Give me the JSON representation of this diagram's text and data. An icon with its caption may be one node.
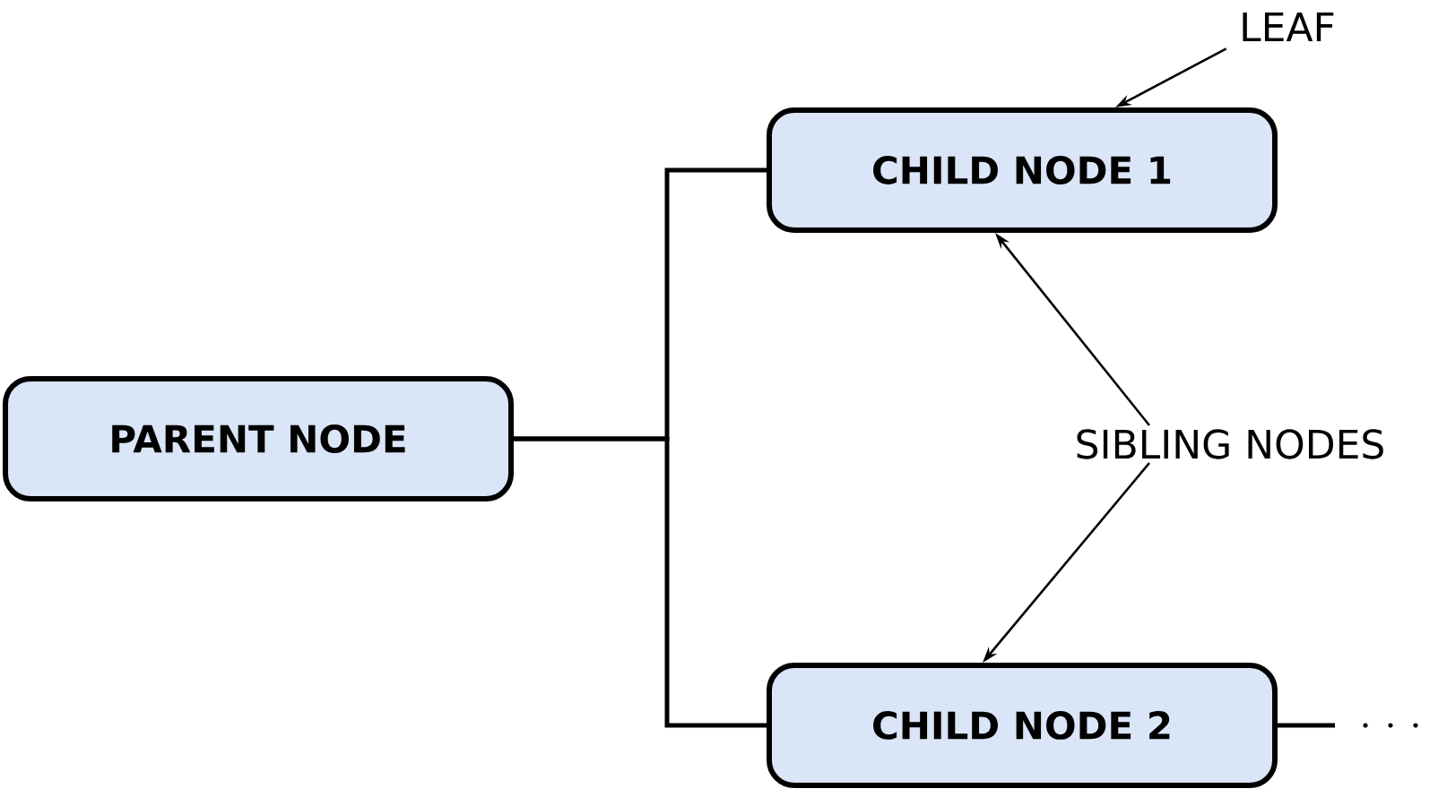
{
  "diagram": {
    "nodes": [
      {
        "text": [
          "PARENT NODE"
        ]
      },
      {
        "text": [
          "CHILD NODE 1"
        ]
      },
      {
        "text": [
          "CHILD NODE 2"
        ]
      },
      {
        "text": [
          "LEAF"
        ]
      },
      {
        "text": [
          "SIBLING NODES"
        ]
      }
    ],
    "edges": [
      {
        "from": 0,
        "to": 1,
        "arrow": "none"
      },
      {
        "from": 0,
        "to": 2,
        "arrow": "none"
      },
      {
        "from": 3,
        "to": 1,
        "arrow": "to"
      },
      {
        "from": 4,
        "to": 1,
        "arrow": "to"
      },
      {
        "from": 4,
        "to": 2,
        "arrow": "to"
      },
      {
        "from": 2,
        "to": null,
        "arrow": "none"
      }
    ]
  }
}
